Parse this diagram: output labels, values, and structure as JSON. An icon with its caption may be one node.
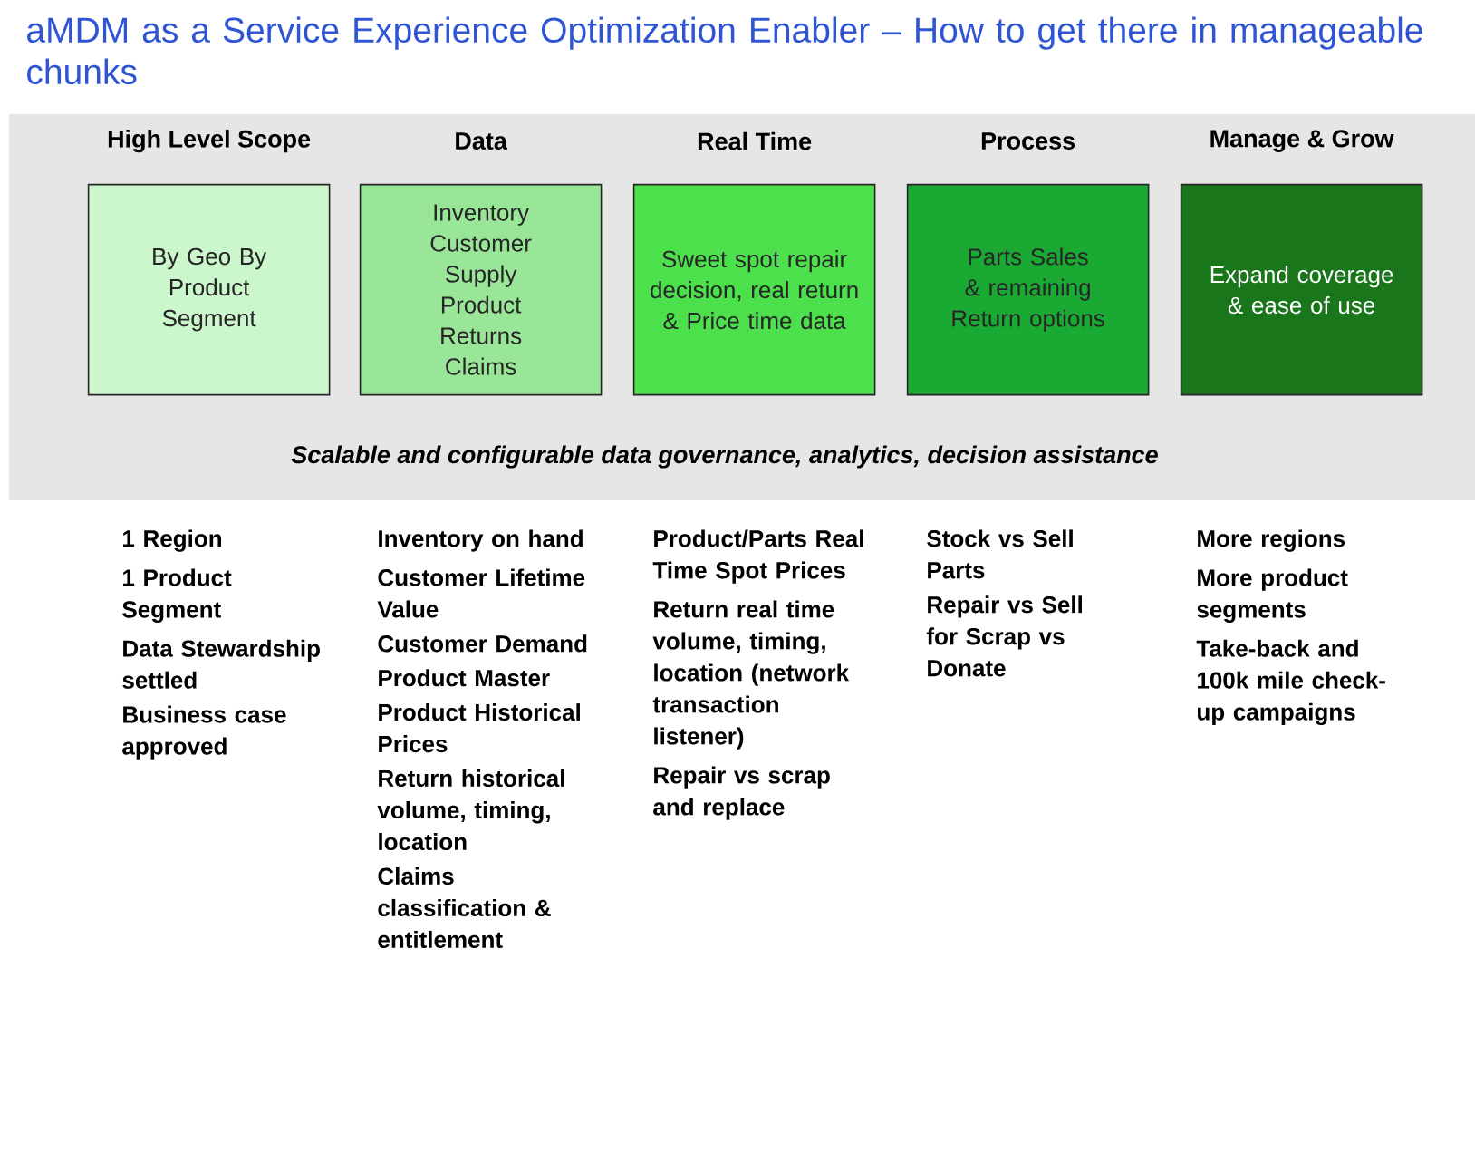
{
  "diagram": {
    "title": "aMDM as a Service Experience Optimization Enabler – How to get there in manageable chunks",
    "nodes": [
      {
        "text": [
          "Scalable and configurable data governance, analytics, decision assistance"
        ]
      },
      {
        "text": [
          "High Level Scope",
          "By Geo By Product Segment"
        ],
        "in": 0
      },
      {
        "text": [
          "Data",
          "Inventory Customer Supply Product Returns Claims"
        ],
        "in": 0
      },
      {
        "text": [
          "Real Time",
          "Sweet spot repair decision, real return & Price time data"
        ],
        "in": 0
      },
      {
        "text": [
          "Process",
          "Parts Sales & remaining Return options"
        ],
        "in": 0
      },
      {
        "text": [
          "Manage & Grow",
          "Expand coverage & ease of use"
        ],
        "in": 0
      }
    ],
    "labels": [
      "1 Region",
      "1 Product Segment",
      "Data Stewardship settled",
      "Business case approved",
      "Inventory on hand",
      "Customer Lifetime Value",
      "Customer Demand",
      "Product Master",
      "Product Historical Prices",
      "Return historical volume, timing, location",
      "Claims classification & entitlement",
      "Product/Parts Real Time Spot Prices",
      "Return real time volume, timing, location (network transaction listener)",
      "Repair vs scrap and replace",
      "Stock vs Sell Parts",
      "Repair vs Sell for Scrap vs Donate",
      "More regions",
      "More product segments",
      "Take-back and 100k mile check-up campaigns"
    ]
  }
}
